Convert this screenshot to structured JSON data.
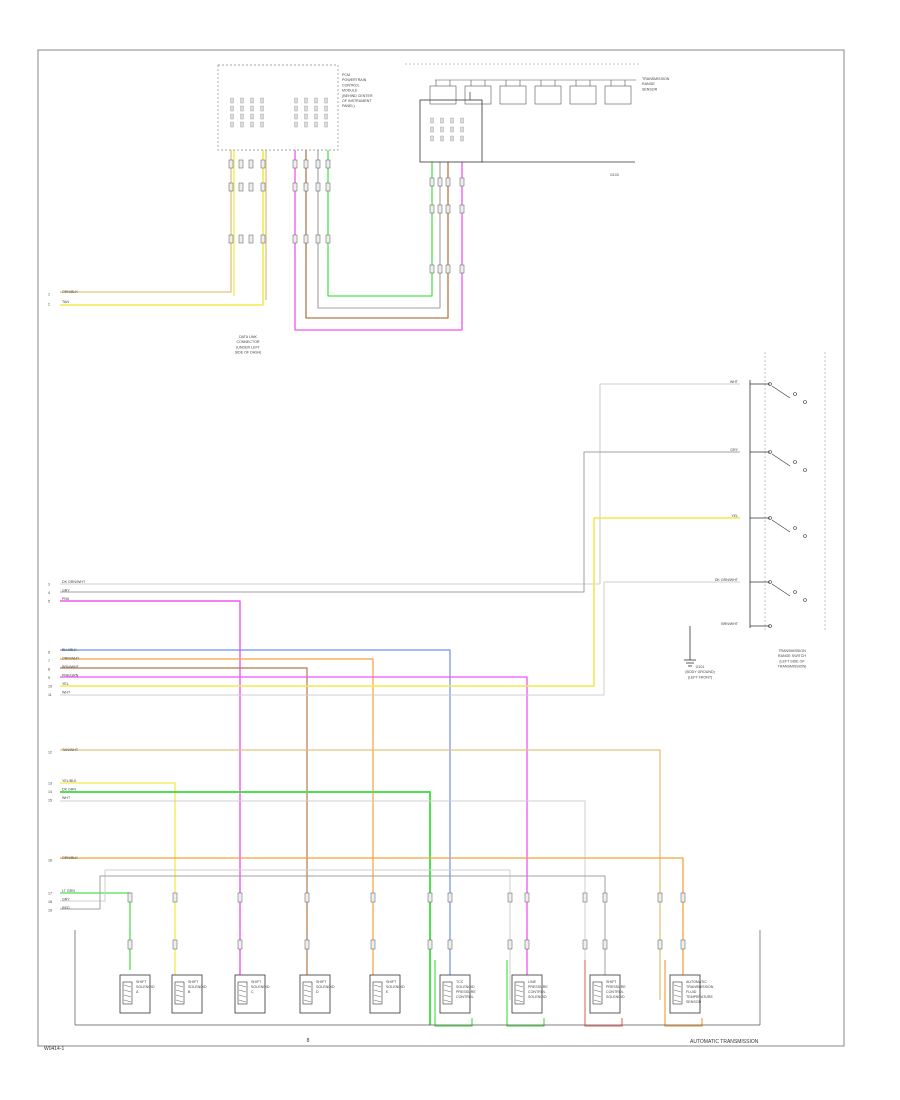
{
  "footer": {
    "left_code": "W0414-1",
    "page_marker": "8",
    "system_name": "AUTOMATIC TRANSMISSION"
  },
  "colors": {
    "frame": "#888888",
    "wire_black": "#7a7a7a",
    "wire_white": "#cfcfcf",
    "wire_gray": "#a0a0a0",
    "wire_yellow": "#f2ea4a",
    "wire_orange": "#f4a23c",
    "wire_pink": "#f255f2",
    "wire_green": "#4ee04e",
    "wire_blue": "#6f8ff0",
    "wire_brown": "#b07a4a",
    "wire_red": "#f07070",
    "wire_tan": "#e2c27a"
  },
  "top_connector": {
    "lines": [
      "PCM",
      "POWERTRAIN",
      "CONTROL",
      "MODULE",
      "(BEHIND CENTER",
      "OF INSTRUMENT",
      "PANEL)"
    ]
  },
  "valve_body_block": {
    "lines": [
      "TRANSMISSION",
      "RANGE",
      "SENSOR"
    ],
    "ground_label": "G103"
  },
  "junction_label": {
    "lines": [
      "DATA LINK",
      "CONNECTOR",
      "(UNDER LEFT",
      "SIDE OF DASH)"
    ]
  },
  "left_wires_top": [
    {
      "label": "ORN/BLK",
      "pin": "1"
    },
    {
      "label": "TAN",
      "pin": "2"
    }
  ],
  "left_group_a": [
    {
      "label": "DK GRN/WHT",
      "pin": "3"
    },
    {
      "label": "GRY",
      "pin": "4"
    },
    {
      "label": "PNK",
      "pin": "5"
    }
  ],
  "left_group_b": [
    {
      "label": "BLU/BLK",
      "pin": "6"
    },
    {
      "label": "ORN/WHT",
      "pin": "7"
    },
    {
      "label": "BRN/WHT",
      "pin": "8"
    },
    {
      "label": "PNK/GRN",
      "pin": "9"
    },
    {
      "label": "YEL",
      "pin": "10"
    },
    {
      "label": "WHT",
      "pin": "11"
    }
  ],
  "left_group_c": [
    {
      "label": "TAN/WHT",
      "pin": "12"
    }
  ],
  "left_group_d": [
    {
      "label": "YEL/BLK",
      "pin": "13"
    },
    {
      "label": "DK GRN",
      "pin": "14"
    },
    {
      "label": "WHT",
      "pin": "15"
    }
  ],
  "left_group_e": [
    {
      "label": "ORN/BLK",
      "pin": "16"
    }
  ],
  "left_group_f": [
    {
      "label": "LT GRN",
      "pin": "17"
    },
    {
      "label": "GRY",
      "pin": "18"
    },
    {
      "label": "RED",
      "pin": "19"
    }
  ],
  "range_switch": {
    "wires": [
      "WHT",
      "GRY",
      "YEL",
      "DK GRN/WHT",
      "BRN/WHT"
    ],
    "lines": [
      "TRANSMISSION",
      "RANGE SWITCH",
      "(LEFT SIDE OF",
      "TRANSMISSION)"
    ],
    "ground_lines": [
      "G101",
      "(BODY GROUND)",
      "(LEFT FRONT)"
    ]
  },
  "components": [
    {
      "lines": [
        "SHIFT",
        "SOLENOID",
        "A"
      ]
    },
    {
      "lines": [
        "SHIFT",
        "SOLENOID",
        "B"
      ]
    },
    {
      "lines": [
        "SHIFT",
        "SOLENOID",
        "C"
      ]
    },
    {
      "lines": [
        "SHIFT",
        "SOLENOID",
        "D"
      ]
    },
    {
      "lines": [
        "SHIFT",
        "SOLENOID",
        "E"
      ]
    },
    {
      "lines": [
        "TCC",
        "SOLENOID",
        "PRESSURE",
        "CONTROL"
      ]
    },
    {
      "lines": [
        "LINE",
        "PRESSURE",
        "CONTROL",
        "SOLENOID"
      ]
    },
    {
      "lines": [
        "SHIFT",
        "PRESSURE",
        "CONTROL",
        "SOLENOID"
      ]
    },
    {
      "lines": [
        "AUTOMATIC",
        "TRANSMISSION",
        "FLUID",
        "TEMPERATURE",
        "SENSOR"
      ]
    }
  ]
}
